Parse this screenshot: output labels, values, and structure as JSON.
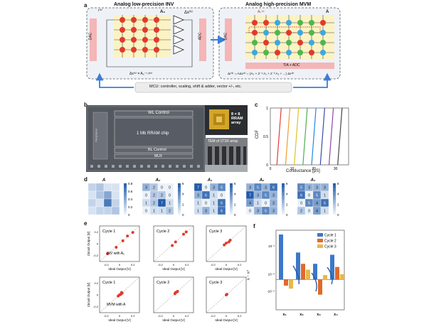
{
  "panel_a": {
    "letter": "a",
    "inv_title": "Analog low-precision INV",
    "mvm_title": "Analog high-precision MVM",
    "dac_left": "DAC",
    "adc_left": "ADC",
    "dac_right": "DAC",
    "tia_adc": "TIA + ADC",
    "a0_label": "A₀",
    "a_label": "A",
    "rk_label": "r⁽ᵏ⁾",
    "dx_label": "Δx⁽ᵏ⁾",
    "ak_label": "Aₖ⁽ᵏ⁾",
    "inv_formula": "Δx⁽ᵏ⁾ = A₀⁻¹ r⁽ᵏ⁾",
    "mvm_formula": "Δr⁽ᵏ⁾ = AΔx⁽ᵏ⁾ = (A₀ + 2⁻¹ A₁ + 2⁻² A₂ + ...) Δx⁽ᵏ⁾",
    "mcu_text": "MCU: controller, scaling, shift & adder, vector +/-, etc."
  },
  "panel_b": {
    "letter": "b",
    "wl_control": "WL Control",
    "rram_chip": "1 Mb RRAM chip",
    "bl_control": "BL Control",
    "mux": "MUX",
    "array_label": "8 × 8 RRAM array",
    "tem_label": "TEM of 1T1R array",
    "side_label": "Peripheral"
  },
  "panel_c": {
    "letter": "c",
    "ylabel": "CDF",
    "xlabel": "Conductance [μS]",
    "yticks": [
      "1",
      "0.5",
      "0"
    ],
    "xticks": [
      "0",
      "10",
      "20",
      "30"
    ]
  },
  "panel_d": {
    "letter": "d",
    "titles": [
      "A",
      "A₀",
      "A₁",
      "A₂",
      "A₃"
    ],
    "a_colorbar_ticks": [
      "0.8",
      "0.6",
      "0.4",
      "0.2",
      "0"
    ],
    "int_colorbar_ticks": [
      "6",
      "4",
      "2",
      "0"
    ],
    "a0_values": [
      [
        3,
        2,
        0,
        0
      ],
      [
        0,
        2,
        2,
        0
      ],
      [
        1,
        2,
        7,
        1
      ],
      [
        0,
        1,
        1,
        2
      ]
    ],
    "a1_values": [
      [
        7,
        0,
        3,
        5
      ],
      [
        3,
        6,
        1,
        0
      ],
      [
        1,
        0,
        1,
        6
      ],
      [
        1,
        3,
        1,
        6
      ]
    ],
    "a2_values": [
      [
        3,
        5,
        3,
        6
      ],
      [
        7,
        3,
        5,
        3
      ],
      [
        4,
        1,
        0,
        3
      ],
      [
        0,
        3,
        5,
        3
      ]
    ],
    "a3_values": [
      [
        5,
        3,
        3,
        3
      ],
      [
        6,
        0,
        5,
        1
      ],
      [
        0,
        5,
        4,
        6
      ],
      [
        2,
        0,
        4,
        1
      ]
    ],
    "a_matrix": [
      [
        0.2,
        0.3,
        0.1,
        0.1
      ],
      [
        0.1,
        0.3,
        0.5,
        0.1
      ],
      [
        0.2,
        0.1,
        0.8,
        0.2
      ],
      [
        0.1,
        0.2,
        0.2,
        0.3
      ]
    ]
  },
  "panel_e": {
    "letter": "e",
    "row1_titles": [
      "Cycle 1",
      "Cycle 2",
      "Cycle 3"
    ],
    "row2_titles": [
      "Cycle 1",
      "Cycle 2",
      "Cycle 3"
    ],
    "row1_note": "INV with A₀",
    "row2_note": "MVM with A",
    "ylabel": "Circuit Output [V]",
    "xlabel": "Ideal Output [V]",
    "xticks": [
      "-0.2",
      "0",
      "0.2"
    ],
    "yticks": [
      "0.2",
      "0",
      "-0.2"
    ],
    "row1_points": [
      [
        [
          -0.18,
          -0.17
        ],
        [
          -0.05,
          -0.06
        ],
        [
          0.05,
          0.05
        ],
        [
          0.12,
          0.13
        ],
        [
          0.2,
          0.19
        ]
      ],
      [
        [
          -0.02,
          -0.03
        ],
        [
          0.03,
          0.03
        ],
        [
          0.15,
          0.16
        ],
        [
          0.19,
          0.2
        ]
      ],
      [
        [
          -0.03,
          -0.02
        ],
        [
          0.0,
          0.01
        ],
        [
          0.04,
          0.03
        ],
        [
          0.06,
          0.06
        ]
      ]
    ],
    "row2_points": [
      [
        [
          -0.02,
          -0.02
        ],
        [
          0.0,
          0.0
        ],
        [
          0.02,
          0.01
        ],
        [
          0.03,
          0.04
        ],
        [
          0.04,
          0.03
        ]
      ],
      [
        [
          0.02,
          0.02
        ],
        [
          0.03,
          0.04
        ],
        [
          0.05,
          0.05
        ],
        [
          0.06,
          0.06
        ]
      ],
      [
        [
          0.0,
          0.0
        ],
        [
          0.01,
          0.01
        ]
      ]
    ]
  },
  "panel_f": {
    "letter": "f",
    "ylabel": "xᵢ − xᵢ⁽⁾",
    "yticks": [
      "10⁻¹",
      "10⁻⁴",
      "-10⁻⁴"
    ],
    "legend": [
      "Cycle 1",
      "Cycle 2",
      "Cycle 3"
    ],
    "colors": {
      "cycle1": "#3c78c8",
      "cycle2": "#e06a2a",
      "cycle3": "#e8b84a"
    },
    "categories": [
      "x₁",
      "x₂",
      "x₃",
      "x₄"
    ]
  },
  "chart_data": [
    {
      "type": "line",
      "panel": "c",
      "ylabel": "CDF",
      "xlabel": "Conductance [μS]",
      "xlim": [
        0,
        36
      ],
      "ylim": [
        0,
        1
      ],
      "series": [
        {
          "values": [
            [
              3,
              0
            ],
            [
              4,
              0.5
            ],
            [
              5,
              1
            ]
          ],
          "color": "#e63939"
        },
        {
          "values": [
            [
              7,
              0
            ],
            [
              8,
              0.5
            ],
            [
              9,
              1
            ]
          ],
          "color": "#f29a2e"
        },
        {
          "values": [
            [
              11,
              0
            ],
            [
              12,
              0.5
            ],
            [
              13,
              1
            ]
          ],
          "color": "#d9c324"
        },
        {
          "values": [
            [
              15,
              0
            ],
            [
              16,
              0.5
            ],
            [
              17,
              1
            ]
          ],
          "color": "#4caf50"
        },
        {
          "values": [
            [
              19,
              0
            ],
            [
              20,
              0.5
            ],
            [
              21,
              1
            ]
          ],
          "color": "#1e88e5"
        },
        {
          "values": [
            [
              23,
              0
            ],
            [
              24,
              0.5
            ],
            [
              25,
              1
            ]
          ],
          "color": "#3949ab"
        },
        {
          "values": [
            [
              27,
              0
            ],
            [
              28,
              0.5
            ],
            [
              29,
              1
            ]
          ],
          "color": "#8e44ad"
        },
        {
          "values": [
            [
              31,
              0
            ],
            [
              32,
              0.5
            ],
            [
              33,
              1
            ]
          ],
          "color": "#444444"
        }
      ]
    },
    {
      "type": "bar",
      "panel": "f",
      "categories": [
        "x₁",
        "x₂",
        "x₃",
        "x₄"
      ],
      "series": [
        {
          "name": "Cycle 1",
          "values": [
            1.0,
            0.6,
            0.35,
            0.55
          ]
        },
        {
          "name": "Cycle 2",
          "values": [
            -0.08,
            0.35,
            -0.2,
            0.28
          ]
        },
        {
          "name": "Cycle 3",
          "values": [
            -0.12,
            0.22,
            0.1,
            0.12
          ]
        }
      ]
    }
  ]
}
